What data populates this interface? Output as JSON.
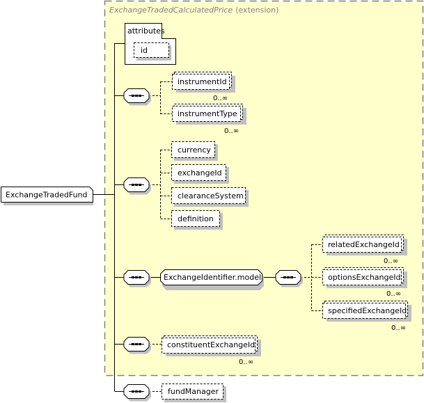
{
  "diagram": {
    "root": {
      "label": "ExchangeTradedFund"
    },
    "extension": {
      "base_type": "ExchangeTradedCalculatedPrice",
      "suffix": "(extension)",
      "fill_color": "#ffffcc",
      "border_color": "#808080"
    },
    "attributes": {
      "title": "attributes",
      "items": [
        {
          "label": "id",
          "optional": true
        }
      ]
    },
    "sequences": [
      {
        "id": "seq1",
        "children": [
          {
            "label": "instrumentId",
            "optional": true,
            "cardinality": "0..∞"
          },
          {
            "label": "instrumentType",
            "optional": true,
            "cardinality": "0..∞"
          }
        ]
      },
      {
        "id": "seq2",
        "children": [
          {
            "label": "currency",
            "optional": true
          },
          {
            "label": "exchangeId",
            "optional": true
          },
          {
            "label": "clearanceSystem",
            "optional": true
          },
          {
            "label": "definition",
            "optional": true
          }
        ]
      },
      {
        "id": "seq3",
        "group": {
          "label": "ExchangeIdentifier.model"
        },
        "nested_sequence": {
          "children": [
            {
              "label": "relatedExchangeId",
              "optional": true,
              "cardinality": "0..∞"
            },
            {
              "label": "optionsExchangeId",
              "optional": true,
              "cardinality": "0..∞"
            },
            {
              "label": "specifiedExchangeId",
              "optional": true,
              "cardinality": "0..∞"
            }
          ]
        }
      },
      {
        "id": "seq4",
        "children": [
          {
            "label": "constituentExchangeId",
            "optional": true,
            "cardinality": "0..∞"
          }
        ]
      },
      {
        "id": "seq5",
        "children": [
          {
            "label": "fundManager",
            "optional": true
          }
        ]
      }
    ],
    "icons": {
      "sequence": "sequence-compositor-icon"
    }
  }
}
